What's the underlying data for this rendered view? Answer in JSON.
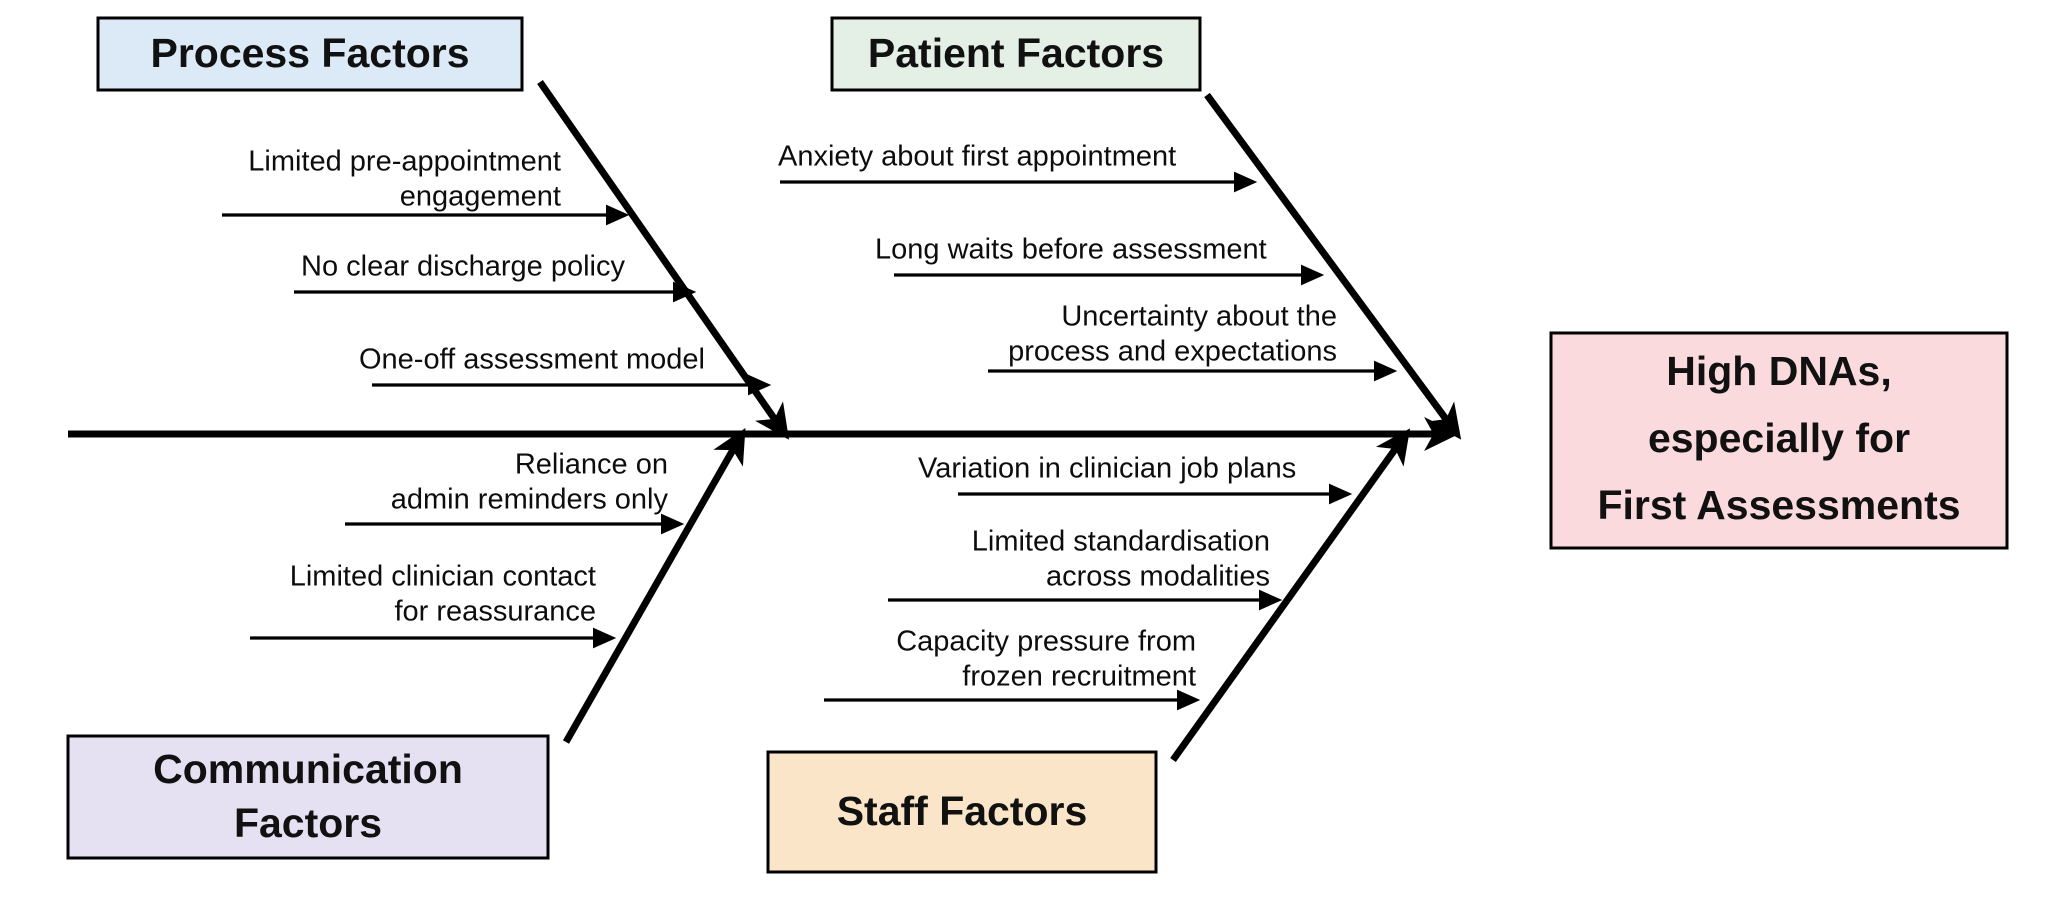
{
  "diagram": {
    "type": "fishbone-ishikawa-cause-and-effect",
    "title_text_visible": false,
    "background_color": "#ffffff",
    "line_color": "#000000"
  },
  "effect": {
    "name": "effect-box",
    "lines": [
      "High DNAs,",
      "especially for",
      "First Assessments"
    ],
    "fill_color": "#fadadd",
    "border_color": "#000000"
  },
  "categories": [
    {
      "id": "process",
      "label": "Process Factors",
      "label_lines": [
        "Process Factors"
      ],
      "position": "top-left",
      "fill_color": "#dce9f7",
      "border_color": "#000000",
      "causes": [
        {
          "id": "process-cause-1",
          "lines": [
            "Limited pre-appointment",
            "engagement"
          ]
        },
        {
          "id": "process-cause-2",
          "lines": [
            "No clear discharge policy"
          ]
        },
        {
          "id": "process-cause-3",
          "lines": [
            "One-off assessment model"
          ]
        }
      ]
    },
    {
      "id": "patient",
      "label": "Patient Factors",
      "label_lines": [
        "Patient Factors"
      ],
      "position": "top-right",
      "fill_color": "#e4f0e5",
      "border_color": "#000000",
      "causes": [
        {
          "id": "patient-cause-1",
          "lines": [
            "Anxiety about first appointment"
          ]
        },
        {
          "id": "patient-cause-2",
          "lines": [
            "Long waits before assessment"
          ]
        },
        {
          "id": "patient-cause-3",
          "lines": [
            "Uncertainty about the",
            "process and expectations"
          ]
        }
      ]
    },
    {
      "id": "communication",
      "label": "Communication Factors",
      "label_lines": [
        "Communication",
        "Factors"
      ],
      "position": "bottom-left",
      "fill_color": "#e6e1f2",
      "border_color": "#000000",
      "causes": [
        {
          "id": "communication-cause-1",
          "lines": [
            "Reliance on",
            "admin reminders only"
          ]
        },
        {
          "id": "communication-cause-2",
          "lines": [
            "Limited clinician contact",
            "for reassurance"
          ]
        }
      ]
    },
    {
      "id": "staff",
      "label": "Staff Factors",
      "label_lines": [
        "Staff Factors"
      ],
      "position": "bottom-right",
      "fill_color": "#fae5c8",
      "border_color": "#000000",
      "causes": [
        {
          "id": "staff-cause-1",
          "lines": [
            "Variation in clinician job plans"
          ]
        },
        {
          "id": "staff-cause-2",
          "lines": [
            "Limited standardisation",
            "across modalities"
          ]
        },
        {
          "id": "staff-cause-3",
          "lines": [
            "Capacity pressure from",
            "frozen recruitment"
          ]
        }
      ]
    }
  ]
}
